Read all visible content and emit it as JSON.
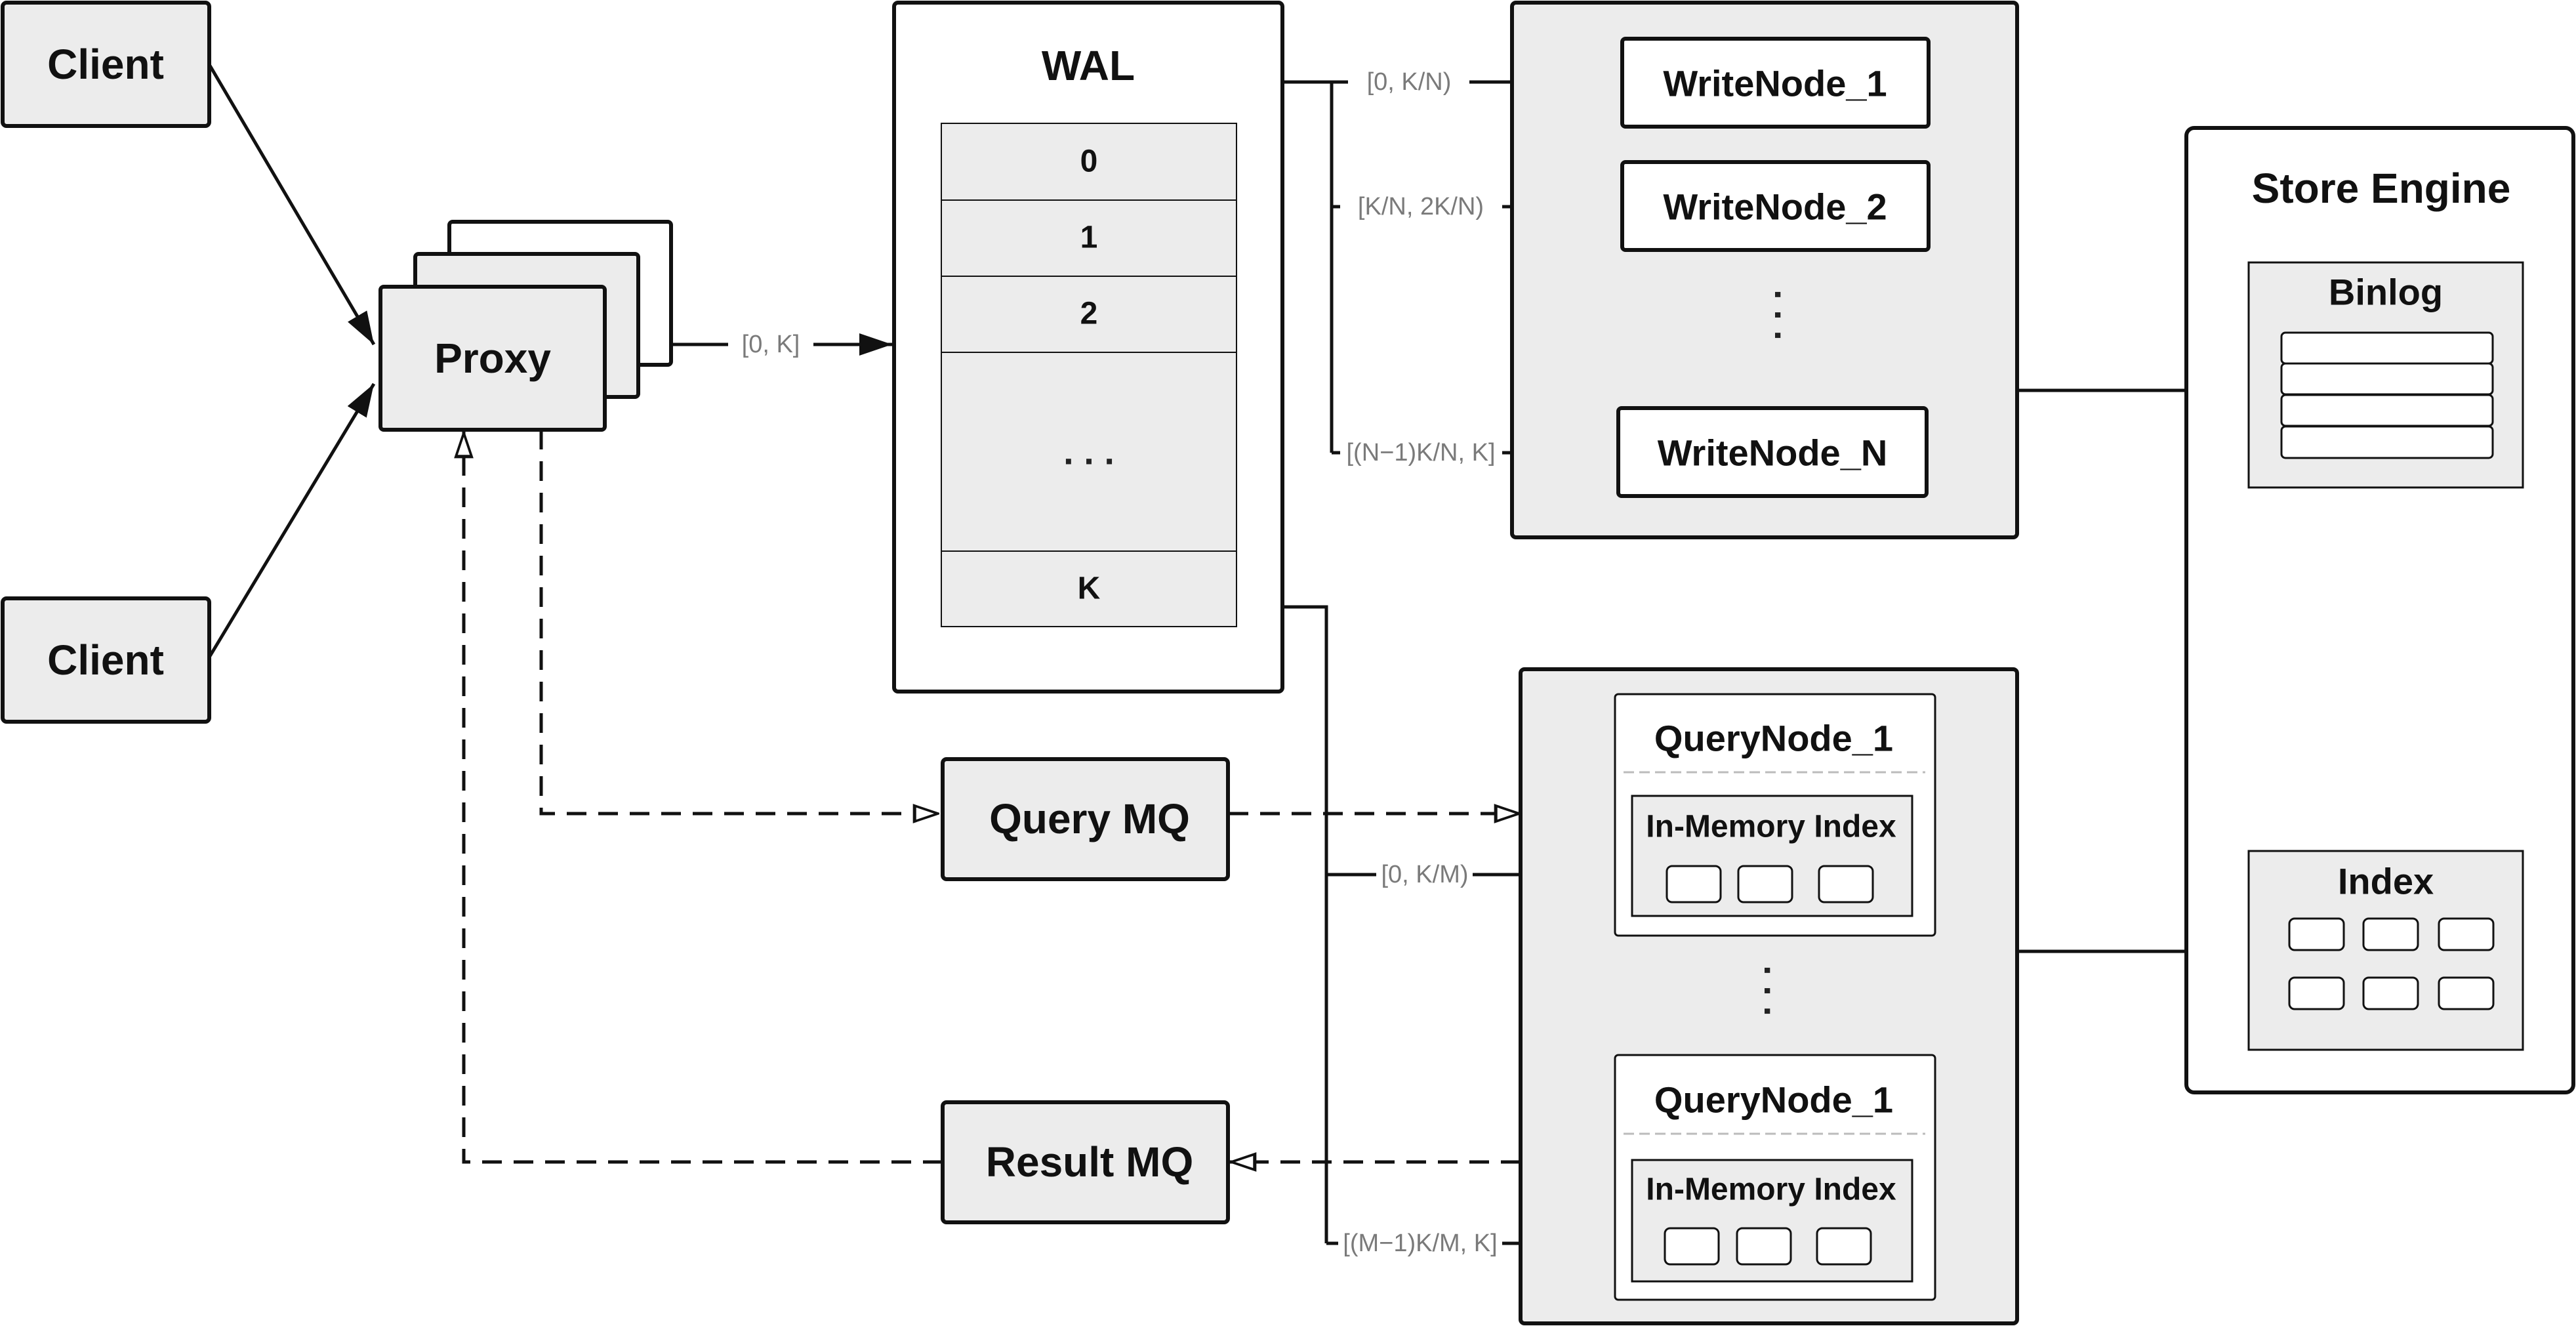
{
  "clients": [
    "Client",
    "Client"
  ],
  "proxy": {
    "label": "Proxy"
  },
  "wal": {
    "title": "WAL",
    "cells": [
      "0",
      "1",
      "2",
      ". . .",
      "K"
    ]
  },
  "queues": {
    "query": "Query MQ",
    "result": "Result MQ"
  },
  "write_nodes": [
    "WriteNode_1",
    "WriteNode_2",
    "WriteNode_N"
  ],
  "write_ellipsis": ". . .",
  "query_nodes": [
    {
      "title": "QueryNode_1",
      "index_label": "In-Memory Index"
    },
    {
      "title": "QueryNode_1",
      "index_label": "In-Memory Index"
    }
  ],
  "query_ellipsis": ". . .",
  "store_engine": {
    "title": "Store Engine",
    "binlog": "Binlog",
    "index": "Index"
  },
  "edge_labels": {
    "proxy_to_wal": "[0, K]",
    "write_1": "[0,  K/N)",
    "write_2": "[K/N, 2K/N)",
    "write_n": "[(N−1)K/N,  K]",
    "query_1": "[0, K/M)",
    "query_m": "[(M−1)K/M, K]"
  },
  "colors": {
    "box_fill": "#ececec",
    "white": "#ffffff",
    "stroke": "#111111",
    "label_gray": "#7a7a7a",
    "divider": "#bbbbbb"
  }
}
